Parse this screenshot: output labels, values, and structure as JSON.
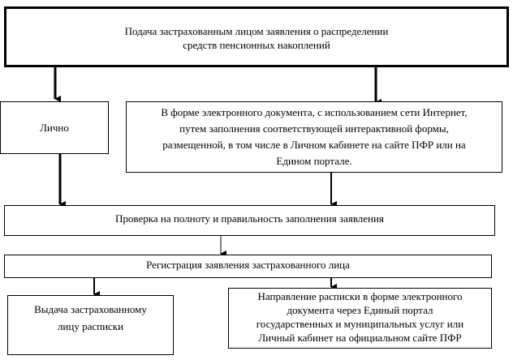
{
  "top": {
    "line1": "Подача застрахованным лицом заявления о распределении",
    "line2": "средств пенсионных накоплений"
  },
  "personal": "Лично",
  "electronic": {
    "lines": [
      "В форме электронного документа, с использованием сети Интернет,",
      "путем заполнения соответствующей интерактивной формы,",
      "размещенной, в том числе в Личном кабинете на сайте ПФР или на",
      "Едином портале."
    ]
  },
  "check": "Проверка на полноту и правильность заполнения заявления",
  "registration": "Регистрация заявления застрахованного лица",
  "issue": {
    "lines": [
      "Выдача застрахованному",
      "лицу расписки"
    ]
  },
  "send": {
    "lines": [
      "Направление расписки в форме электронного",
      "документа через Единый портал",
      "государственных и муниципальных услуг или",
      "Личный кабинет на официальном сайте ПФР"
    ]
  }
}
